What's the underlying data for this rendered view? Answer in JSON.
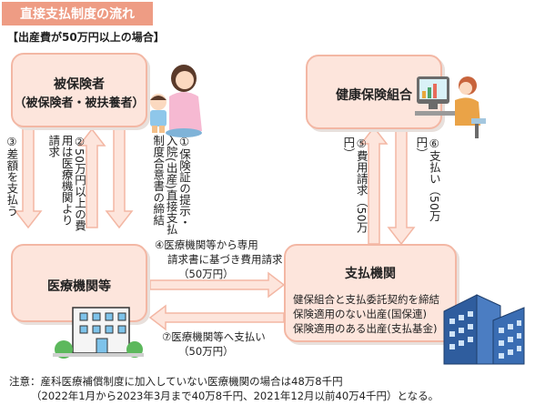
{
  "title": "直接支払制度の流れ",
  "condition": "【出産費が50万円以上の場合】",
  "nodes": {
    "insured": {
      "title": "被保険者",
      "subtitle": "（被保険者・被扶養者）"
    },
    "insurer": {
      "title": "健康保険組合"
    },
    "medical": {
      "title": "医療機関等"
    },
    "payer": {
      "title": "支払機関",
      "lines": [
        "健保組合と支払委託契約を締結",
        "保険適用のない出産(国保連)",
        "保険適用のある出産(支払基金)"
      ]
    }
  },
  "steps": {
    "s1": "①保険証の提示・入院(出産)直接支払制度合意書の締結",
    "s2": "②50万円以上の費用は医療機関より請求",
    "s3": "③差額を支払う",
    "s4_line1": "④医療機関等から専用",
    "s4_line2": "請求書に基づき費用請求",
    "s4_line3": "（50万円）",
    "s5": "⑤費用請求（50万円）",
    "s6": "⑥支払い（50万円）",
    "s7_line1": "⑦医療機関等へ支払い",
    "s7_line2": "（50万円）"
  },
  "note": {
    "line1": "注意：産科医療補償制度に加入していない医療機関の場合は48万8千円",
    "line2": "（2022年1月から2023年3月まで40万8千円、2021年12月以前40万4千円）となる。"
  }
}
